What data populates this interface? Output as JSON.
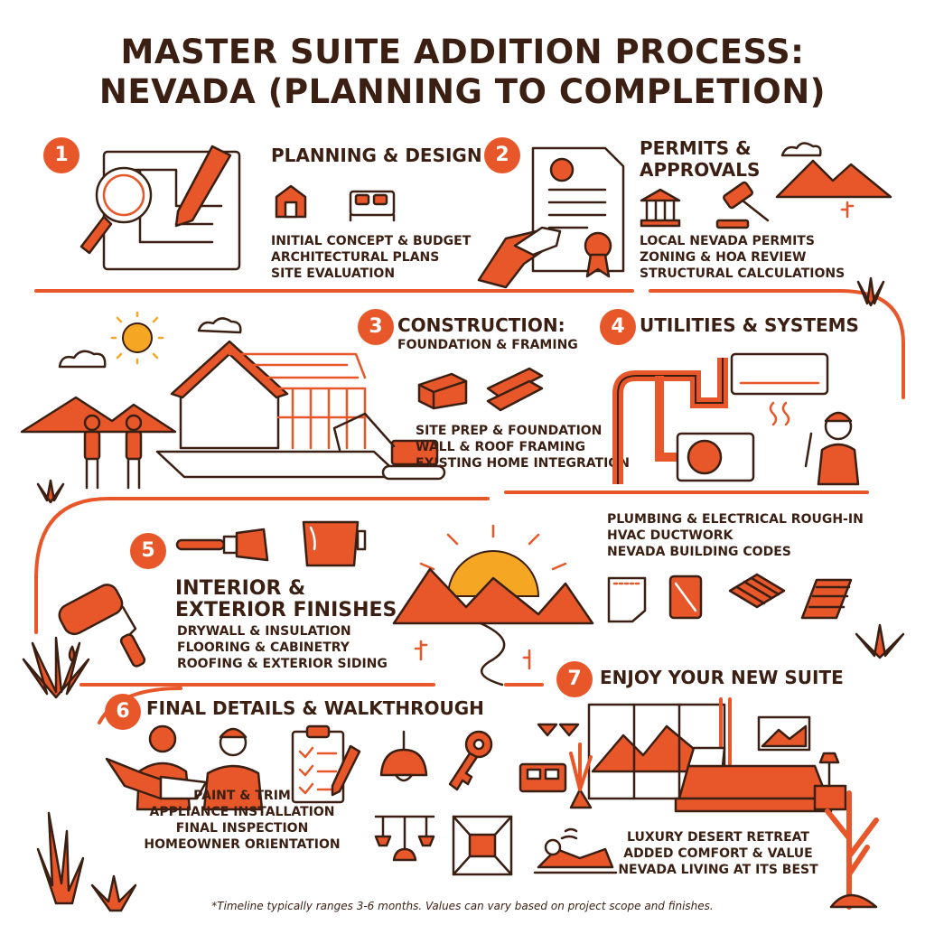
{
  "title": {
    "line1": "MASTER SUITE ADDITION PROCESS:",
    "line2": "NEVADA (PLANNING TO COMPLETION)"
  },
  "steps": [
    {
      "number": "1",
      "heading": "PLANNING & DESIGN",
      "items": [
        "INITIAL CONCEPT & BUDGET",
        "ARCHITECTURAL PLANS",
        "SITE EVALUATION"
      ]
    },
    {
      "number": "2",
      "heading_line1": "PERMITS &",
      "heading_line2": "APPROVALS",
      "items": [
        "LOCAL NEVADA PERMITS",
        "ZONING & HOA REVIEW",
        "STRUCTURAL CALCULATIONS"
      ]
    },
    {
      "number": "3",
      "heading": "CONSTRUCTION:",
      "subheading": "FOUNDATION & FRAMING",
      "items": [
        "SITE PREP & FOUNDATION",
        "WALL & ROOF FRAMING",
        "EXISTING HOME INTEGRATION"
      ]
    },
    {
      "number": "4",
      "heading": "UTILITIES & SYSTEMS",
      "items": [
        "PLUMBING & ELECTRICAL ROUGH-IN",
        "HVAC DUCTWORK",
        "NEVADA BUILDING CODES"
      ]
    },
    {
      "number": "5",
      "heading_line1": "INTERIOR &",
      "heading_line2": "EXTERIOR FINISHES",
      "items": [
        "DRYWALL & INSULATION",
        "FLOORING & CABINETRY",
        "ROOFING & EXTERIOR SIDING"
      ]
    },
    {
      "number": "6",
      "heading": "FINAL DETAILS & WALKTHROUGH",
      "items": [
        "PAINT & TRIM",
        "APPLIANCE INSTALLATION",
        "FINAL INSPECTION",
        "HOMEOWNER ORIENTATION"
      ]
    },
    {
      "number": "7",
      "heading": "ENJOY YOUR NEW SUITE",
      "items": [
        "LUXURY DESERT RETREAT",
        "ADDED COMFORT & VALUE",
        "NEVADA LIVING AT ITS BEST"
      ]
    }
  ],
  "footnote": "*Timeline typically ranges 3-6 months. Values can vary based on project scope and finishes.",
  "colors": {
    "accent": "#e8572a",
    "text": "#3b1f12",
    "sun": "#f5a623",
    "background": "#ffffff"
  }
}
